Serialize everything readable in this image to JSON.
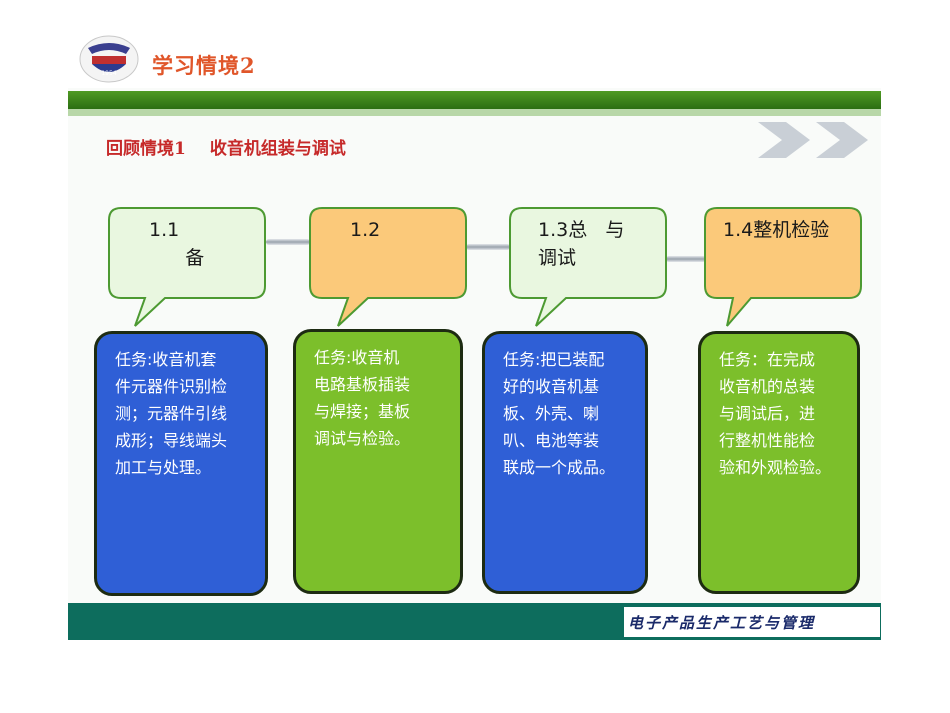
{
  "header": {
    "title": "学习情境2",
    "logo": {
      "icon": "university-emblem-icon",
      "text": "1954"
    }
  },
  "section": {
    "title_part1": "回顾情境1",
    "title_part2": "收音机组装与调试"
  },
  "steps": [
    {
      "label": "1.1\n      备",
      "color": "#e9f7e0"
    },
    {
      "label": "1.2",
      "color": "#fbc97a"
    },
    {
      "label": "1.3总   与\n调试",
      "color": "#e9f7e0"
    },
    {
      "label": "1.4整机检验",
      "color": "#fbc97a"
    }
  ],
  "tasks": [
    {
      "text": "任务:收音机套\n件元器件识别检\n测；元器件引线\n成形；导线端头\n加工与处理。",
      "color": "#2f5fd6"
    },
    {
      "text": "任务:收音机\n电路基板插装\n与焊接；基板\n调试与检验。",
      "color": "#7cbf2b"
    },
    {
      "text": "任务:把已装配\n好的收音机基\n板、外壳、喇\n叭、电池等装\n联成一个成品。",
      "color": "#2f5fd6"
    },
    {
      "text": "任务：在完成\n收音机的总装\n与调试后，进\n行整机性能检\n验和外观检验。",
      "color": "#7cbf2b"
    }
  ],
  "footer": {
    "course": "电子产品生产工艺与管理"
  }
}
